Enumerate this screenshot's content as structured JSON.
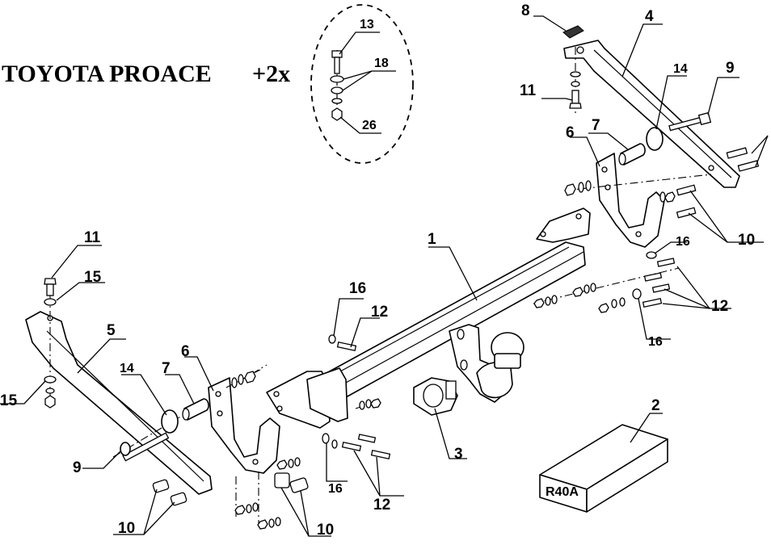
{
  "title": {
    "vehicle": "TOYOTA PROACE",
    "multiplier": "+2x"
  },
  "callouts": {
    "n1": "1",
    "n2": "2",
    "n3": "3",
    "n4": "4",
    "n5": "5",
    "n6a": "6",
    "n6b": "6",
    "n7a": "7",
    "n7b": "7",
    "n8": "8",
    "n9a": "9",
    "n9b": "9",
    "n10a": "10",
    "n10b": "10",
    "n10c": "10",
    "n11a": "11",
    "n11b": "11",
    "n12a": "12",
    "n12b": "12",
    "n12c": "12",
    "n13": "13",
    "n14a": "14",
    "n14b": "14",
    "n15a": "15",
    "n15b": "15",
    "n16a": "16",
    "n16b": "16",
    "n16c": "16",
    "n16d": "16",
    "n18": "18",
    "n26": "26"
  },
  "box_label": "R40A"
}
